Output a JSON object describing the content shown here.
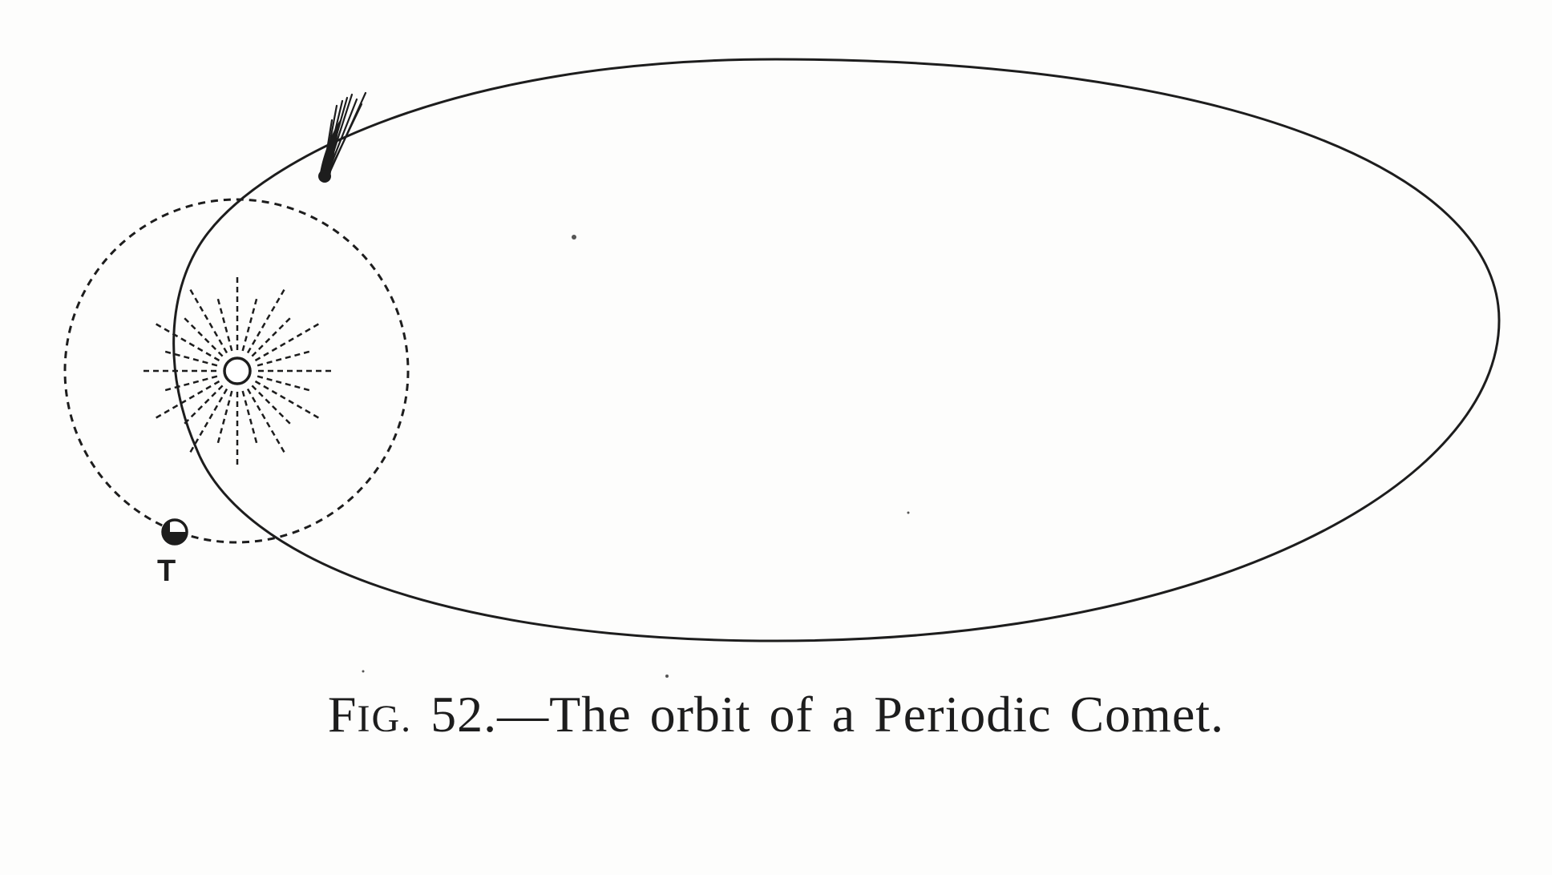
{
  "figure": {
    "earth_label": "T",
    "caption": {
      "fig_word_first": "F",
      "fig_word_rest": "IG.",
      "number": "52.",
      "text": "—The orbit of a Periodic Comet."
    },
    "colors": {
      "ink": "#1d1d1d",
      "paper": "#fdfdfc"
    }
  }
}
